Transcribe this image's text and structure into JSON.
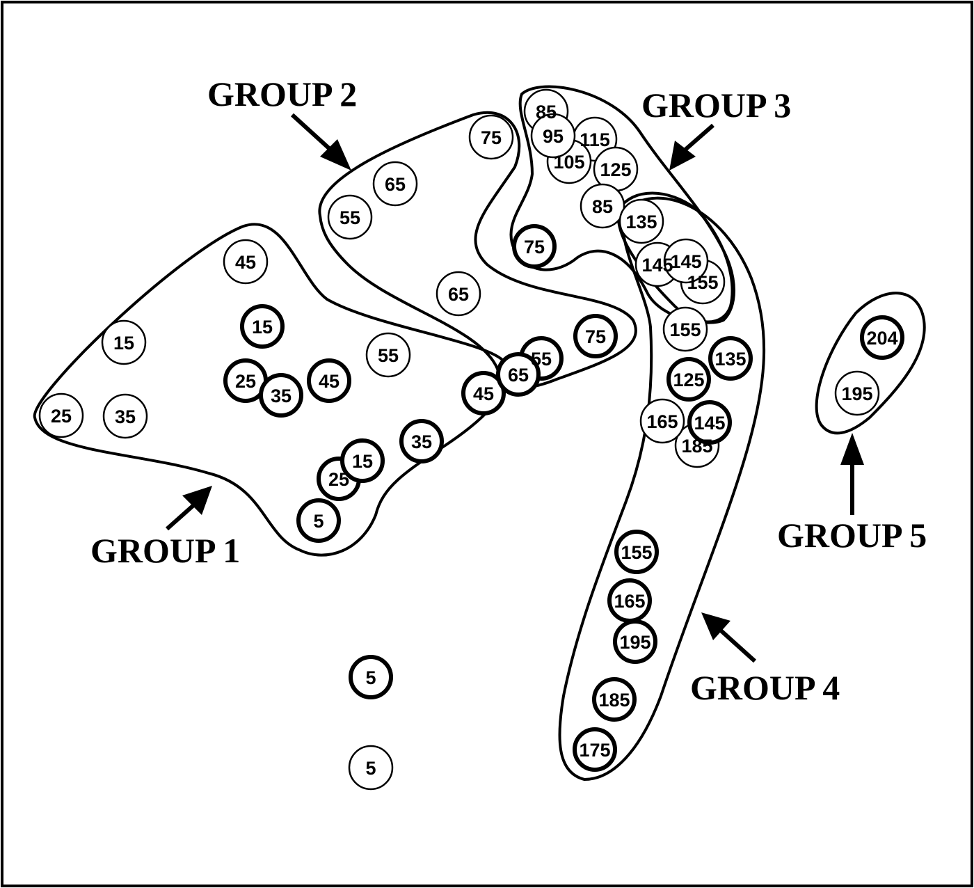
{
  "groups": [
    {
      "label": "GROUP 1"
    },
    {
      "label": "GROUP 2"
    },
    {
      "label": "GROUP 3"
    },
    {
      "label": "GROUP 4"
    },
    {
      "label": "GROUP 5"
    }
  ],
  "points": [
    {
      "label": "15",
      "group": 1,
      "bold": false
    },
    {
      "label": "25",
      "group": 1,
      "bold": false
    },
    {
      "label": "35",
      "group": 1,
      "bold": false
    },
    {
      "label": "45",
      "group": 1,
      "bold": false
    },
    {
      "label": "15",
      "group": 1,
      "bold": true
    },
    {
      "label": "25",
      "group": 1,
      "bold": true
    },
    {
      "label": "35",
      "group": 1,
      "bold": true
    },
    {
      "label": "45",
      "group": 1,
      "bold": true
    },
    {
      "label": "55",
      "group": 1,
      "bold": false
    },
    {
      "label": "35",
      "group": 1,
      "bold": true
    },
    {
      "label": "25",
      "group": 1,
      "bold": true
    },
    {
      "label": "15",
      "group": 1,
      "bold": true
    },
    {
      "label": "5",
      "group": 1,
      "bold": true
    },
    {
      "label": "45",
      "group": 1,
      "bold": true
    },
    {
      "label": "55",
      "group": 2,
      "bold": false
    },
    {
      "label": "65",
      "group": 2,
      "bold": false
    },
    {
      "label": "75",
      "group": 2,
      "bold": false
    },
    {
      "label": "65",
      "group": 2,
      "bold": false
    },
    {
      "label": "55",
      "group": 2,
      "bold": true
    },
    {
      "label": "65",
      "group": 2,
      "bold": true
    },
    {
      "label": "75",
      "group": 2,
      "bold": true
    },
    {
      "label": "75",
      "group": 3,
      "bold": true
    },
    {
      "label": "85",
      "group": 3,
      "bold": false
    },
    {
      "label": "115",
      "group": 3,
      "bold": false
    },
    {
      "label": "105",
      "group": 3,
      "bold": false
    },
    {
      "label": "95",
      "group": 3,
      "bold": false
    },
    {
      "label": "125",
      "group": 3,
      "bold": false
    },
    {
      "label": "85",
      "group": 3,
      "bold": false
    },
    {
      "label": "145",
      "group": 3,
      "bold": false
    },
    {
      "label": "155",
      "group": 3,
      "bold": false
    },
    {
      "label": "135",
      "group": 3,
      "bold": false
    },
    {
      "label": "145",
      "group": 3,
      "bold": false
    },
    {
      "label": "155",
      "group": 3,
      "bold": false
    },
    {
      "label": "185",
      "group": 4,
      "bold": false
    },
    {
      "label": "165",
      "group": 4,
      "bold": false
    },
    {
      "label": "145",
      "group": 4,
      "bold": true
    },
    {
      "label": "125",
      "group": 4,
      "bold": true
    },
    {
      "label": "135",
      "group": 4,
      "bold": true
    },
    {
      "label": "155",
      "group": 4,
      "bold": true
    },
    {
      "label": "165",
      "group": 4,
      "bold": true
    },
    {
      "label": "195",
      "group": 4,
      "bold": true
    },
    {
      "label": "185",
      "group": 4,
      "bold": true
    },
    {
      "label": "175",
      "group": 4,
      "bold": true
    },
    {
      "label": "204",
      "group": 5,
      "bold": true
    },
    {
      "label": "195",
      "group": 5,
      "bold": false
    },
    {
      "label": "5",
      "group": 0,
      "bold": true
    },
    {
      "label": "5",
      "group": 0,
      "bold": false
    }
  ]
}
